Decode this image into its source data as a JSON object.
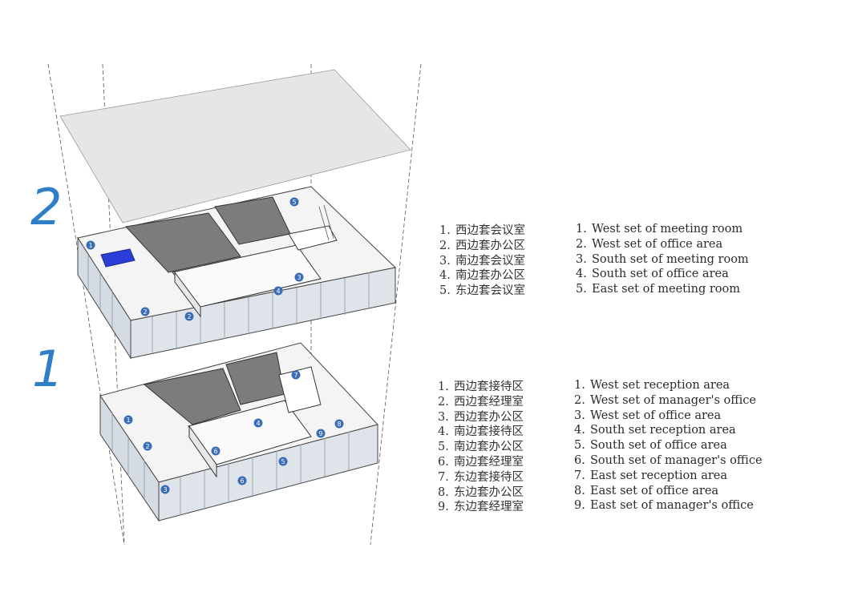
{
  "floors": [
    {
      "number": "2",
      "legend_cn": [
        "西边套会议室",
        "西边套办公区",
        "南边套会议室",
        "南边套办公区",
        "东边套会议室"
      ],
      "legend_en": [
        "West set of meeting room",
        "West set of office area",
        "South set of meeting room",
        "South set of office area",
        "East set of meeting room"
      ],
      "markers": [
        "1",
        "2",
        "2",
        "3",
        "4",
        "5"
      ]
    },
    {
      "number": "1",
      "legend_cn": [
        "西边套接待区",
        "西边套经理室",
        "西边套办公区",
        "南边套接待区",
        "南边套办公区",
        "南边套经理室",
        "东边套接待区",
        "东边套办公区",
        "东边套经理室"
      ],
      "legend_en": [
        "West set reception area",
        "West set of manager's office",
        "West set of office area",
        "South set reception area",
        "South set of office area",
        "South set of manager's office",
        "East set reception area",
        "East set of office area",
        "East set of manager's office"
      ],
      "markers": [
        "1",
        "2",
        "3",
        "4",
        "5",
        "6",
        "6",
        "7",
        "8",
        "9"
      ]
    }
  ],
  "colors": {
    "floor_number": "#2e7fc8",
    "marker": "#3a6db5",
    "roof": "#e6e6e6",
    "core": "#7c7c7c",
    "glass": "#dfe4ea",
    "slab": "#f4f4f4",
    "highlight_room": "#2b3fd6"
  }
}
